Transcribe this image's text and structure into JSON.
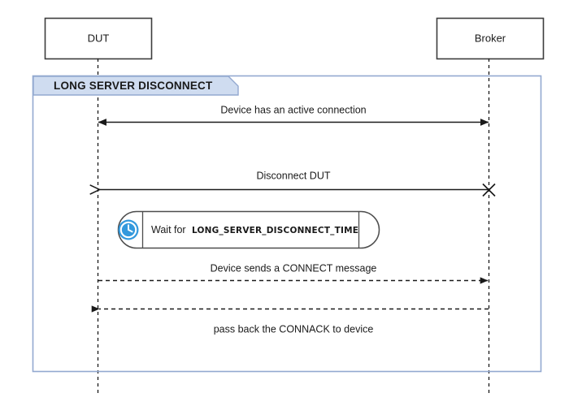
{
  "diagram": {
    "type": "uml-sequence-diagram",
    "participants": [
      {
        "id": "dut",
        "label": "DUT"
      },
      {
        "id": "broker",
        "label": "Broker"
      }
    ],
    "frame": {
      "label": "LONG SERVER DISCONNECT",
      "border_color": "#93a9d0",
      "header_fill": "#cfdcf0"
    },
    "messages": [
      {
        "id": "active-connection",
        "label": "Device has an active connection",
        "style": "solid",
        "direction": "bidirectional"
      },
      {
        "id": "disconnect-dut",
        "label": "Disconnect DUT",
        "style": "solid",
        "direction": "right-to-left",
        "end_marker": "cross"
      },
      {
        "id": "connect-message",
        "label": "Device sends a CONNECT message",
        "style": "dashed",
        "direction": "left-to-right"
      },
      {
        "id": "connack-message",
        "label": "pass back the CONNACK to device",
        "style": "dashed",
        "direction": "right-to-left"
      }
    ],
    "wait_block": {
      "icon": "clock-icon",
      "icon_color": "#3399dd",
      "prefix_text": "Wait for",
      "constant_text": "LONG_SERVER_DISCONNECT_TIME"
    }
  }
}
